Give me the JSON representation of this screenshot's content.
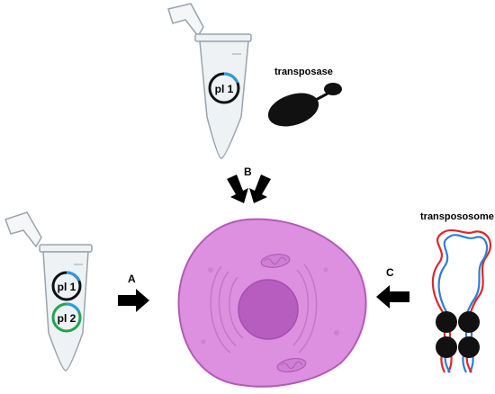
{
  "labels": {
    "transposase": "transposase",
    "transpososome": "transpososome",
    "arrow_a": "A",
    "arrow_b": "B",
    "arrow_c": "C"
  },
  "plasmids": {
    "top_tube": "pl 1",
    "left_tube_upper": "pl 1",
    "left_tube_lower": "pl 2"
  },
  "colors": {
    "cell_fill": "#dd8fe0",
    "cell_stroke": "#b35ab8",
    "nucleus": "#b85dc0",
    "tube_stroke": "#9aa4ad",
    "tube_fill": "#eef2f5",
    "plasmid_accent": "#2f9be0",
    "plasmid_green": "#1fa74a",
    "dna_red": "#e0262b",
    "dna_blue": "#2f7fd0",
    "protein": "#111111"
  }
}
